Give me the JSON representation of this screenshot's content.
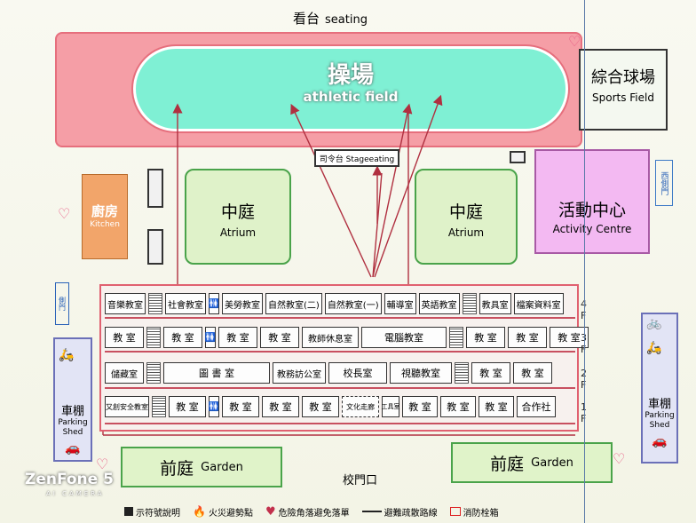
{
  "seating": {
    "cn": "看台",
    "en": "seating"
  },
  "field": {
    "cn": "操場",
    "en": "athletic field"
  },
  "sports_field": {
    "cn": "綜合球場",
    "en": "Sports Field"
  },
  "stage": {
    "label": "司令台 Stageeating"
  },
  "atrium_left": {
    "cn": "中庭",
    "en": "Atrium"
  },
  "atrium_right": {
    "cn": "中庭",
    "en": "Atrium"
  },
  "activity": {
    "cn": "活動中心",
    "en": "Activity Centre"
  },
  "west_gate": "西側門",
  "kitchen": {
    "cn": "廚房",
    "en": "Kitchen"
  },
  "west_door": "側門",
  "parking_left": {
    "cn": "車棚",
    "en1": "Parking",
    "en2": "Shed"
  },
  "parking_right": {
    "cn": "車棚",
    "en1": "Parking",
    "en2": "Shed"
  },
  "floors": {
    "f4": {
      "label": "4 F",
      "rooms": [
        "音樂教室",
        "社會教室",
        "美勞教室",
        "自然教室(二)",
        "自然教室(一)",
        "輔導室",
        "英語教室",
        "教具室",
        "檔案資料室"
      ]
    },
    "f3": {
      "label": "3 F",
      "rooms": [
        "教 室",
        "教 室",
        "教 室",
        "教 室",
        "教師休息室",
        "電腦教室",
        "教 室",
        "教 室",
        "教 室"
      ]
    },
    "f2": {
      "label": "2 F",
      "rooms": [
        "儲藏室",
        "圖 書 室",
        "教務訪公室",
        "校長室",
        "視聽教室",
        "教 室",
        "教 室"
      ]
    },
    "f1": {
      "label": "1 F",
      "rooms": [
        "又創安全教室",
        "教 室",
        "教 室",
        "教 室",
        "教 室",
        "文化走廊",
        "工具室",
        "教 室",
        "教 室",
        "教 室",
        "合作社"
      ]
    }
  },
  "garden_left": {
    "cn": "前庭",
    "en": "Garden"
  },
  "garden_right": {
    "cn": "前庭",
    "en": "Garden"
  },
  "school_gate": "校門口",
  "brand": {
    "name": "ZenFone 5",
    "sub": "AI CAMERA"
  },
  "legend": {
    "item1": "示符號說明",
    "item2": "火災避勢點",
    "item3": "危險角落避免落單",
    "item4": "避難疏散路線",
    "item5": "消防栓箱"
  }
}
